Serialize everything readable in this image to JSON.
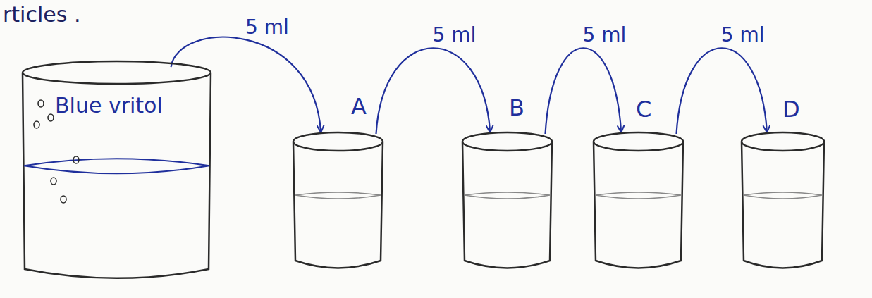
{
  "diagram": {
    "nodes": [
      {
        "text": [
          "Blue vritol"
        ]
      },
      {
        "text": [
          "A"
        ]
      },
      {
        "text": [
          "B"
        ]
      },
      {
        "text": [
          "C"
        ]
      },
      {
        "text": [
          "D"
        ]
      }
    ],
    "edges": [
      {
        "from": 0,
        "to": 1,
        "arrow": "to",
        "label": "5 ml"
      },
      {
        "from": 1,
        "to": 2,
        "arrow": "to",
        "label": "5 ml"
      },
      {
        "from": 2,
        "to": 3,
        "arrow": "to",
        "label": "5 ml"
      },
      {
        "from": 3,
        "to": 4,
        "arrow": "to",
        "label": "5 ml"
      }
    ],
    "labels": [
      "rticles ."
    ]
  }
}
